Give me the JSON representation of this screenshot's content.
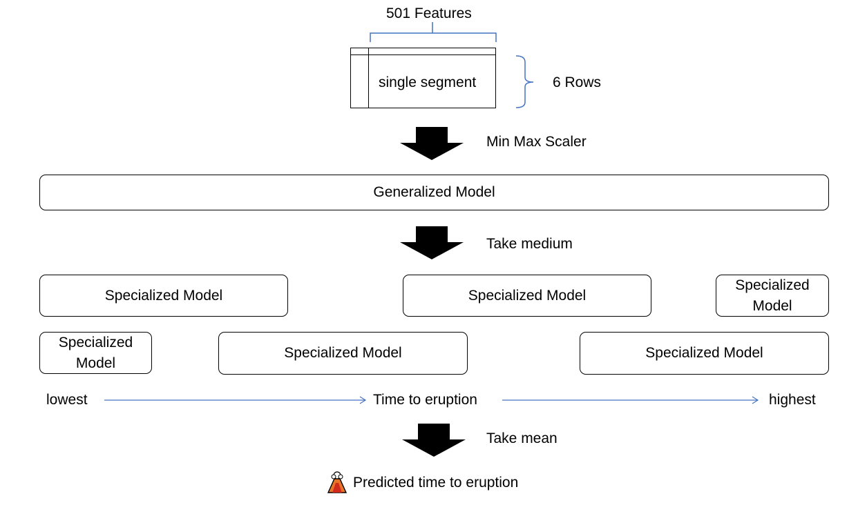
{
  "input": {
    "features_label": "501 Features",
    "rows_label": "6 Rows",
    "segment_label": "single segment"
  },
  "steps": {
    "scaler_label": "Min Max Scaler",
    "medium_label": "Take medium",
    "mean_label": "Take mean"
  },
  "generalized_model": {
    "label": "Generalized Model"
  },
  "specialized_models": [
    {
      "label": "Specialized Model"
    },
    {
      "label": "Specialized Model"
    },
    {
      "label": "Specialized Model"
    },
    {
      "label": "Specialized Model"
    },
    {
      "label": "Specialized Model"
    },
    {
      "label": "Specialized Model"
    }
  ],
  "axis": {
    "low_label": "lowest",
    "mid_label": "Time to eruption",
    "high_label": "highest"
  },
  "output": {
    "label": "Predicted time to eruption",
    "icon": "volcano-icon"
  },
  "colors": {
    "bracket": "#4472C4",
    "axis_arrow": "#4472C4",
    "block_arrow": "#000000"
  }
}
